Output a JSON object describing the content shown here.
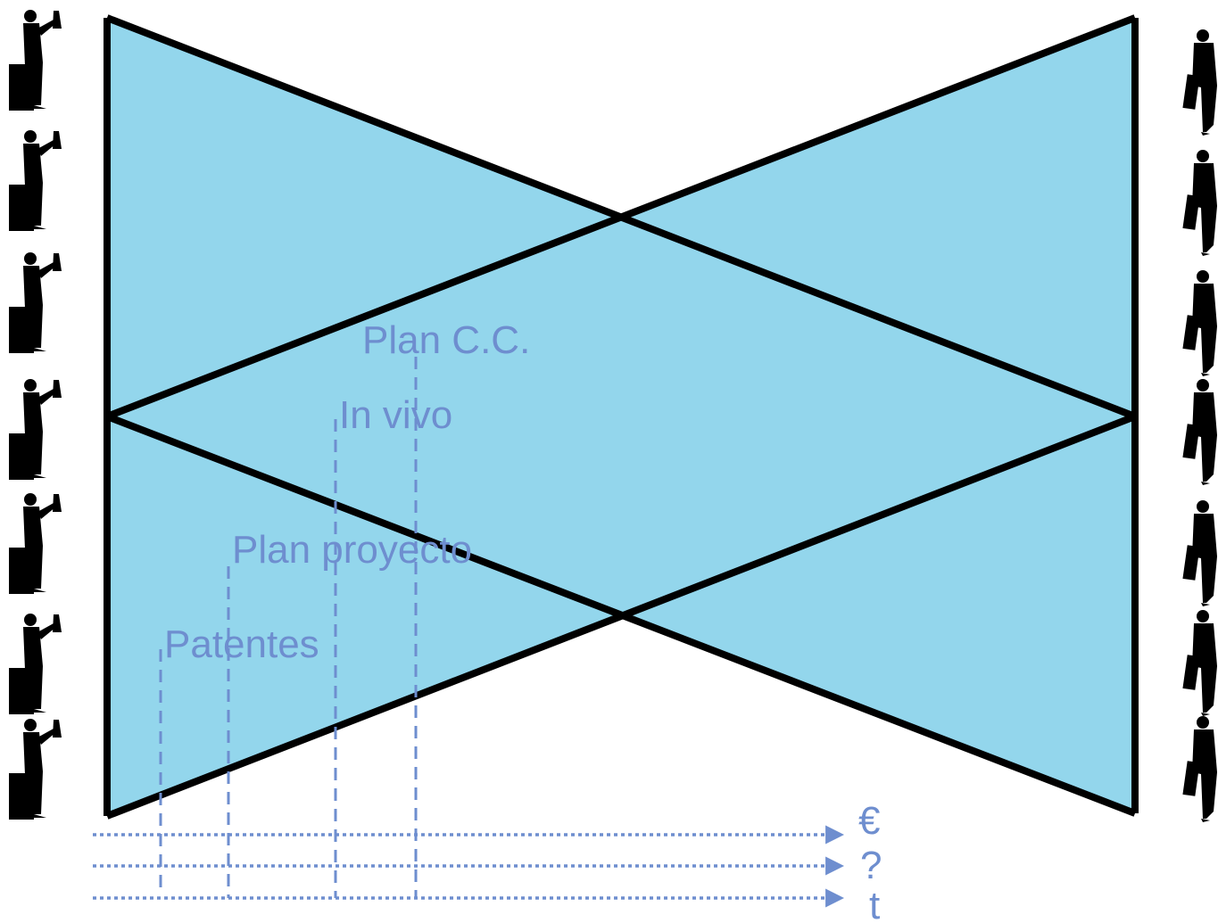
{
  "colors": {
    "fill": "#93d6ec",
    "outline": "#000000",
    "accent": "#6e8ecf",
    "figure": "#000000"
  },
  "milestones": [
    {
      "label": "Patentes",
      "axis": "t"
    },
    {
      "label": "Plan proyecto",
      "axis": "t"
    },
    {
      "label": "In vivo",
      "axis": "t"
    },
    {
      "label": "Plan C.C.",
      "axis": "t"
    }
  ],
  "axes": [
    {
      "symbol": "€"
    },
    {
      "symbol": "?"
    },
    {
      "symbol": "t"
    }
  ],
  "figures": {
    "left_icon": "scientist-icon",
    "right_icon": "businessperson-icon",
    "left_count": 7,
    "right_count": 7
  }
}
